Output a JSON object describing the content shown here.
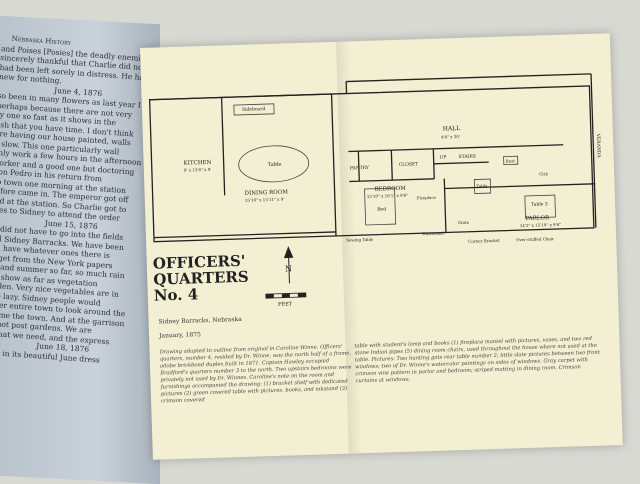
{
  "left_page": {
    "lines": [
      {
        "text": "Nebraska History",
        "kind": "hdr"
      },
      {
        "text": "and Poises [Posies] the deadly enemies of",
        "kind": ""
      },
      {
        "text": "sincerely thankful that Charlie did not",
        "kind": ""
      },
      {
        "text": "had been left sorely in distress. He has",
        "kind": ""
      },
      {
        "text": "new for nothing.",
        "kind": ""
      },
      {
        "text": "June 4, 1876",
        "kind": "date"
      },
      {
        "text": "so been in many flowers as last year I",
        "kind": ""
      },
      {
        "text": "perhaps because there are not very",
        "kind": ""
      },
      {
        "text": "ry one so fast as it shows in the",
        "kind": ""
      },
      {
        "text": "lish that you have time. I don't think",
        "kind": ""
      },
      {
        "text": "ore having our house painted, walls",
        "kind": ""
      },
      {
        "text": "k slow. This one particularly wall",
        "kind": ""
      },
      {
        "text": "only work a few hours in the afternoon",
        "kind": ""
      },
      {
        "text": "worker and a good one but doctoring",
        "kind": ""
      },
      {
        "text": "Don Pedro in his return from",
        "kind": ""
      },
      {
        "text": "up town one morning at the station",
        "kind": ""
      },
      {
        "text": "before came in. The emperor got off",
        "kind": ""
      },
      {
        "text": "and at the station. So Charlie got to",
        "kind": ""
      },
      {
        "text": "goes to Sidney to attend the order",
        "kind": ""
      },
      {
        "text": "June 15, 1876",
        "kind": "date"
      },
      {
        "text": "lle did not have to go into the fields",
        "kind": ""
      },
      {
        "text": "hell Sidney Barracks. We have been",
        "kind": ""
      },
      {
        "text": "will have whatever ones there is",
        "kind": ""
      },
      {
        "text": "he get from the New York papers",
        "kind": ""
      },
      {
        "text": "ing and summer so far, so much rain",
        "kind": ""
      },
      {
        "text": "can show as far as vegetation",
        "kind": ""
      },
      {
        "text": "garden. Very nice vegetables are in",
        "kind": ""
      },
      {
        "text": "is so lazy. Sidney people would",
        "kind": ""
      },
      {
        "text": "flower entire town to look around the",
        "kind": ""
      },
      {
        "text": "trimme the town. And at the garrison",
        "kind": ""
      },
      {
        "text": "are not post gardens. We are",
        "kind": ""
      },
      {
        "text": "or what we need, and the express",
        "kind": ""
      },
      {
        "text": "June 18, 1876",
        "kind": "date"
      },
      {
        "text": "place in its beautiful June dress",
        "kind": ""
      }
    ]
  },
  "plan": {
    "title_line1": "OFFICERS'",
    "title_line2": "QUARTERS",
    "title_line3": "No. 4",
    "location": "Sidney Barracks, Nebraska",
    "date": "January, 1875",
    "scale_label": "FEET",
    "north": "N",
    "rooms": {
      "hall": "HALL",
      "hall_dim": "4'6\" x 30'",
      "kitchen": "KITCHEN",
      "kitchen_dim": "9' x 13'6\" x 9'",
      "dining": "DINING ROOM",
      "dining_dim": "15'10\" x 15'11\" x 9'",
      "pantry": "PANTRY",
      "closet": "CLOSET",
      "stairs": "STAIRS",
      "up": "UP",
      "bedroom": "BEDROOM",
      "bedroom_dim": "15'10\" x 16'1\" x 9'6\"",
      "parlor": "PARLOR",
      "parlor_dim": "14'2\" x 15'10\" x 9'6\"",
      "veranda": "VERANDA"
    },
    "furniture": {
      "sideboard": "Sideboard",
      "table": "Table",
      "bed": "Bed",
      "fireplace": "Fireplace",
      "washstand": "Washstand",
      "grate": "Grate",
      "table3": "Table 3",
      "table2": "Table",
      "crib": "Crib",
      "bust": "Bust",
      "sewing": "Sewing Table",
      "corner": "Corner Bracket",
      "chair": "Over-stuffed Chair"
    }
  },
  "caption_left": "Drawing adapted to outline from original in Caroline Winne. Officers' quarters, number 4, resided by Dr. Winne, was the north half of a frame, adobe brickbond duplex built in 1871. Captain Hawley occupied Bradford's quarters number 3 to the north. Two upstairs bedrooms were privately not used by Dr. Winnes. Caroline's note on the room and furnishings accompanied the drawing: (1) bracket shelf with dedicated pictures (2) green covered table with pictures, books, and inkstand (3) crimson covered",
  "caption_right": "table with student's lamp and books (1) fireplace mantel with pictures, vases, and two red stone Indian pipes (5) dining room chairs, used throughout the house where not used at the table. Pictures: Two hunting gats rear table number 2; little slate pictures between two front windows; two of Dr. Winne's watercolor paintings on sides of windows. Gray carpet with crimson vine pattern in parlor and bedroom; striped matting in dining room. Crimson curtains at windows."
}
